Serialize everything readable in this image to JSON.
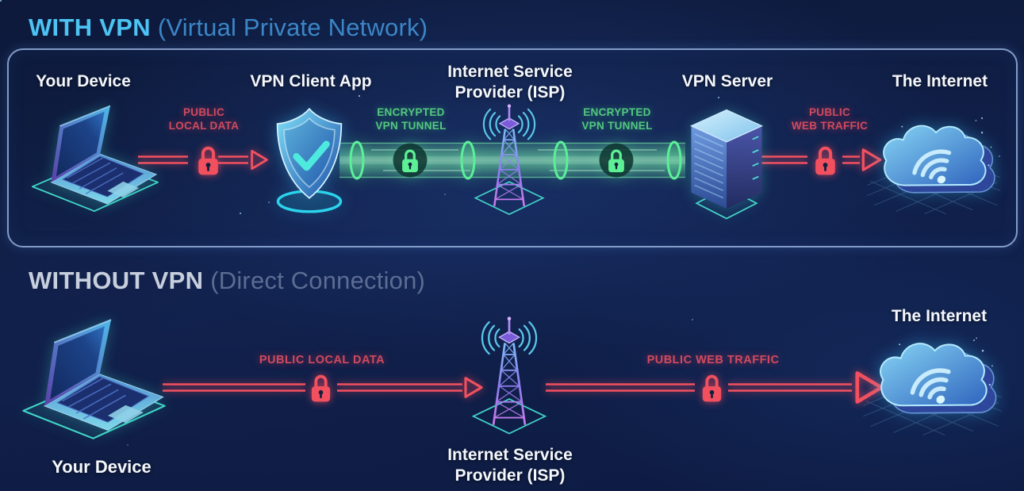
{
  "with_vpn": {
    "title": "WITH VPN",
    "subtitle": "(Virtual Private Network)",
    "device_label": "Your Device",
    "client_label": "VPN Client App",
    "isp_label_1": "Internet Service",
    "isp_label_2": "Provider (ISP)",
    "server_label": "VPN Server",
    "internet_label": "The Internet",
    "local_1": "PUBLIC",
    "local_2": "LOCAL DATA",
    "enc1_1": "ENCRYPTED",
    "enc1_2": "VPN TUNNEL",
    "enc2_1": "ENCRYPTED",
    "enc2_2": "VPN TUNNEL",
    "web_1": "PUBLIC",
    "web_2": "WEB TRAFFIC"
  },
  "without_vpn": {
    "title": "WITHOUT VPN",
    "subtitle": "(Direct Connection)",
    "device_label": "Your Device",
    "isp_label_1": "Internet Service",
    "isp_label_2": "Provider (ISP)",
    "internet_label": "The Internet",
    "local": "PUBLIC LOCAL DATA",
    "web": "PUBLIC WEB TRAFFIC"
  },
  "colors": {
    "background": "#10204a",
    "panel_border": "#93aedb",
    "accent_cyan": "#4cc3f3",
    "accent_blue": "#3b86c6",
    "muted_silver": "#c7cfdd",
    "muted_blue": "#5c6c92",
    "label_white": "#f4f7fc",
    "danger_text": "#d04a5e",
    "danger_icon": "#f2505f",
    "safe_text": "#53c87e",
    "safe_icon": "#5df095",
    "tunnel_green": "#5cef9a"
  },
  "icons": [
    "laptop-icon",
    "shield-check-icon",
    "radio-tower-icon",
    "server-rack-icon",
    "cloud-wifi-icon",
    "padlock-icon",
    "arrowhead-icon"
  ]
}
